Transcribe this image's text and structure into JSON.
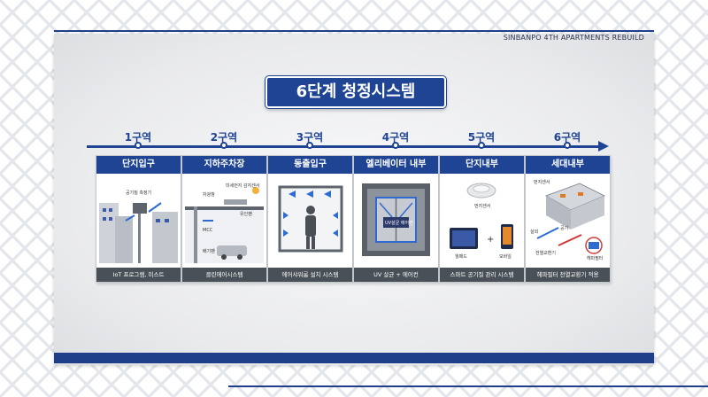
{
  "header": {
    "text": "SINBANPO 4TH APARTMENTS REBUILD"
  },
  "title": "6단계 청정시스템",
  "zones": [
    {
      "label": "1구역",
      "title": "단지입구",
      "footer": "IoT 프로그램, 미스트",
      "art_labels": [
        "공기질 측정기"
      ]
    },
    {
      "label": "2구역",
      "title": "지하주차장",
      "footer": "클린에어시스템",
      "art_labels": [
        "미세먼지 감지센서",
        "차광창",
        "유인팬",
        "MCC",
        "배기팬"
      ]
    },
    {
      "label": "3구역",
      "title": "동출입구",
      "footer": "에어샤워룸 설치 시스템",
      "art_labels": []
    },
    {
      "label": "4구역",
      "title": "엘리베이터 내부",
      "footer": "UV 살균 + 에어컨",
      "art_labels": [
        "UV살균 에어컨"
      ]
    },
    {
      "label": "5구역",
      "title": "단지내부",
      "footer": "스마트 공기질 관리 시스템",
      "art_labels": [
        "먼지센서",
        "월패드",
        "모바일"
      ]
    },
    {
      "label": "6구역",
      "title": "세대내부",
      "footer": "헤파필터 전열교환기 적용",
      "art_labels": [
        "먼지센서",
        "실외",
        "공기",
        "전열교환기",
        "헤파필터"
      ]
    }
  ],
  "colors": {
    "brand": "#1f4494",
    "footer": "#4a5057"
  },
  "icons": [
    "city-iot-icon",
    "parking-garage-icon",
    "air-shower-icon",
    "elevator-uv-icon",
    "smart-sensor-icon",
    "apartment-ventilation-icon"
  ]
}
